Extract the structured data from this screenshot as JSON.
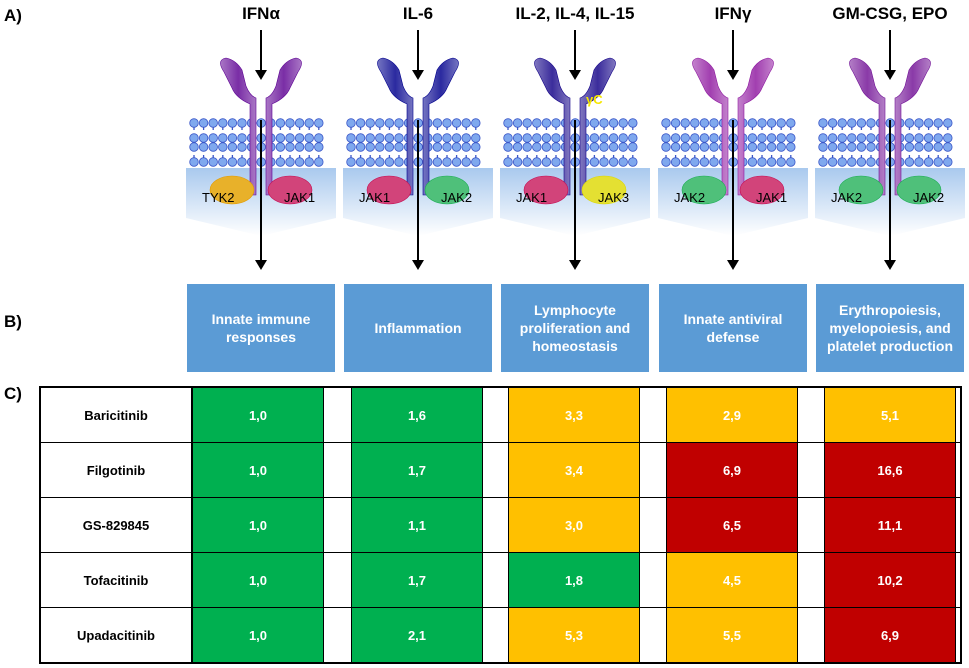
{
  "panel_labels": {
    "a": "A)",
    "b": "B)",
    "c": "C)"
  },
  "pathways": [
    {
      "cytokine": "IFNα",
      "left_jak": "TYK2",
      "right_jak": "JAK1",
      "left_color": "#e8b12a",
      "right_color": "#d2447a",
      "function": "Innate immune responses",
      "receptor_color": "#7a2ea6",
      "gamma_chain": ""
    },
    {
      "cytokine": "IL-6",
      "left_jak": "JAK1",
      "right_jak": "JAK2",
      "left_color": "#d2447a",
      "right_color": "#4fc07a",
      "function": "Inflammation",
      "receptor_color": "#2b2aa0",
      "gamma_chain": ""
    },
    {
      "cytokine": "IL-2, IL-4, IL-15",
      "left_jak": "JAK1",
      "right_jak": "JAK3",
      "left_color": "#d2447a",
      "right_color": "#e4e032",
      "function": "Lymphocyte proliferation and homeostasis",
      "receptor_color": "#3b2d9c",
      "gamma_chain": "γC"
    },
    {
      "cytokine": "IFNγ",
      "left_jak": "JAK2",
      "right_jak": "JAK1",
      "left_color": "#4fc07a",
      "right_color": "#d2447a",
      "function": "Innate antiviral defense",
      "receptor_color": "#a23fb0",
      "gamma_chain": ""
    },
    {
      "cytokine": "GM-CSG, EPO",
      "left_jak": "JAK2",
      "right_jak": "JAK2",
      "left_color": "#4fc07a",
      "right_color": "#4fc07a",
      "function": "Erythropoiesis, myelopoiesis, and platelet production",
      "receptor_color": "#8a3aa8",
      "gamma_chain": ""
    }
  ],
  "colors": {
    "green": "#00b050",
    "yellow": "#ffc000",
    "red": "#c00000",
    "box_blue": "#5b9bd5",
    "membrane_head": "#7fa8ee",
    "membrane_tail": "#3a56c8"
  },
  "table": {
    "rows": [
      {
        "drug": "Baricitinib",
        "values": [
          "1,0",
          "1,6",
          "3,3",
          "2,9",
          "5,1"
        ],
        "levels": [
          "green",
          "green",
          "yellow",
          "yellow",
          "yellow"
        ]
      },
      {
        "drug": "Filgotinib",
        "values": [
          "1,0",
          "1,7",
          "3,4",
          "6,9",
          "16,6"
        ],
        "levels": [
          "green",
          "green",
          "yellow",
          "red",
          "red"
        ]
      },
      {
        "drug": "GS-829845",
        "values": [
          "1,0",
          "1,1",
          "3,0",
          "6,5",
          "11,1"
        ],
        "levels": [
          "green",
          "green",
          "yellow",
          "red",
          "red"
        ]
      },
      {
        "drug": "Tofacitinib",
        "values": [
          "1,0",
          "1,7",
          "1,8",
          "4,5",
          "10,2"
        ],
        "levels": [
          "green",
          "green",
          "green",
          "yellow",
          "red"
        ]
      },
      {
        "drug": "Upadacitinib",
        "values": [
          "1,0",
          "2,1",
          "5,3",
          "5,5",
          "6,9"
        ],
        "levels": [
          "green",
          "green",
          "yellow",
          "yellow",
          "red"
        ]
      }
    ]
  }
}
